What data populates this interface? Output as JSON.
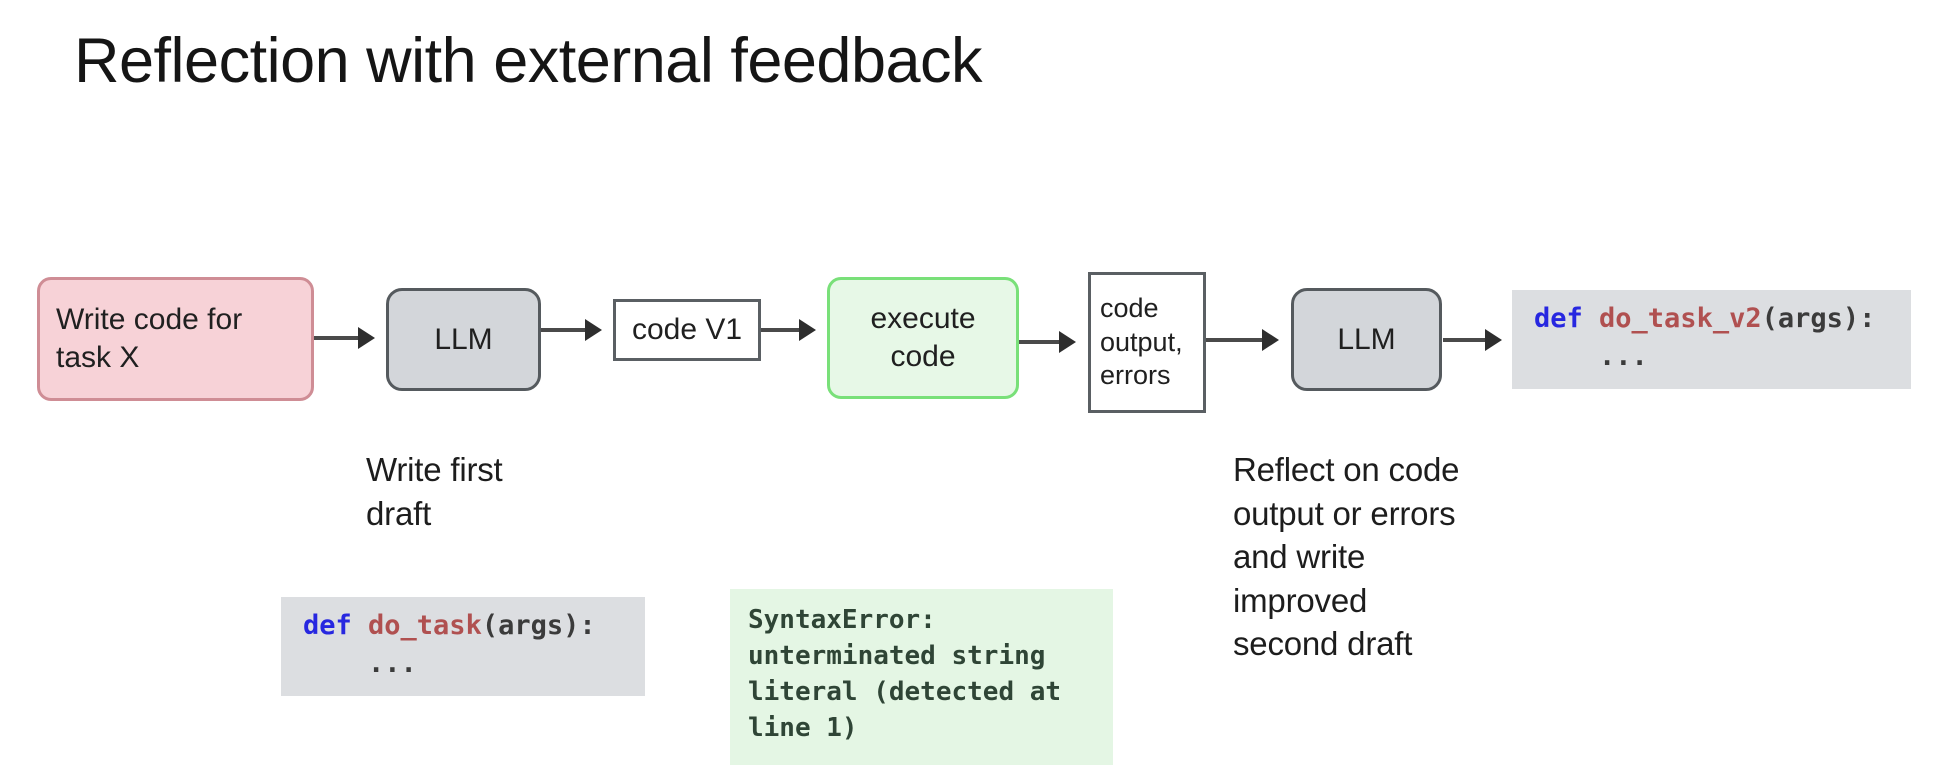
{
  "slide": {
    "title": "Reflection with external feedback",
    "background_color": "#ffffff"
  },
  "colors": {
    "prompt_fill": "#f7d2d7",
    "prompt_border": "#cf8d95",
    "llm_fill": "#d3d6da",
    "llm_border": "#555a5e",
    "artifact_fill": "#ffffff",
    "artifact_border": "#5a5f63",
    "execute_fill": "#e7f8e7",
    "execute_border": "#79e079",
    "code_block_fill": "#dcdee1",
    "error_block_fill": "#e4f6e4",
    "error_text": "#2f4536",
    "arrow": "#4a4a4a",
    "keyword_token": "#2727e0",
    "function_token": "#b05050",
    "plain_token": "#3b3b3b"
  },
  "flow": {
    "nodes": [
      {
        "id": "prompt",
        "label": "Write code for\ntask X",
        "shape": "rounded-rect",
        "style": "pink"
      },
      {
        "id": "llm1",
        "label": "LLM",
        "shape": "rounded-rect",
        "style": "gray"
      },
      {
        "id": "codev1",
        "label": "code V1",
        "shape": "rect",
        "style": "white"
      },
      {
        "id": "execute",
        "label": "execute\ncode",
        "shape": "rounded-rect",
        "style": "green"
      },
      {
        "id": "output",
        "label": "code\noutput,\nerrors",
        "shape": "rect",
        "style": "white"
      },
      {
        "id": "llm2",
        "label": "LLM",
        "shape": "rounded-rect",
        "style": "gray"
      }
    ],
    "arrows": [
      {
        "id": "arrow-1",
        "from": "prompt",
        "to": "llm1"
      },
      {
        "id": "arrow-2",
        "from": "llm1",
        "to": "codev1"
      },
      {
        "id": "arrow-3",
        "from": "codev1",
        "to": "execute"
      },
      {
        "id": "arrow-4",
        "from": "execute",
        "to": "output"
      },
      {
        "id": "arrow-5",
        "from": "output",
        "to": "llm2"
      },
      {
        "id": "arrow-6",
        "from": "llm2",
        "to": "code-v2-snippet"
      }
    ]
  },
  "captions": {
    "first_draft": "Write first\ndraft",
    "reflect": "Reflect on code\noutput or errors\nand write\nimproved\nsecond draft"
  },
  "code_snippets": {
    "v1": {
      "keyword": "def ",
      "function": "do_task",
      "plain": "(args):",
      "body": "    ..."
    },
    "v2": {
      "keyword": "def ",
      "function": "do_task_v2",
      "plain": "(args):",
      "body": "    ..."
    }
  },
  "error_output": {
    "text": "SyntaxError:\nunterminated string\nliteral (detected at\nline 1)"
  }
}
